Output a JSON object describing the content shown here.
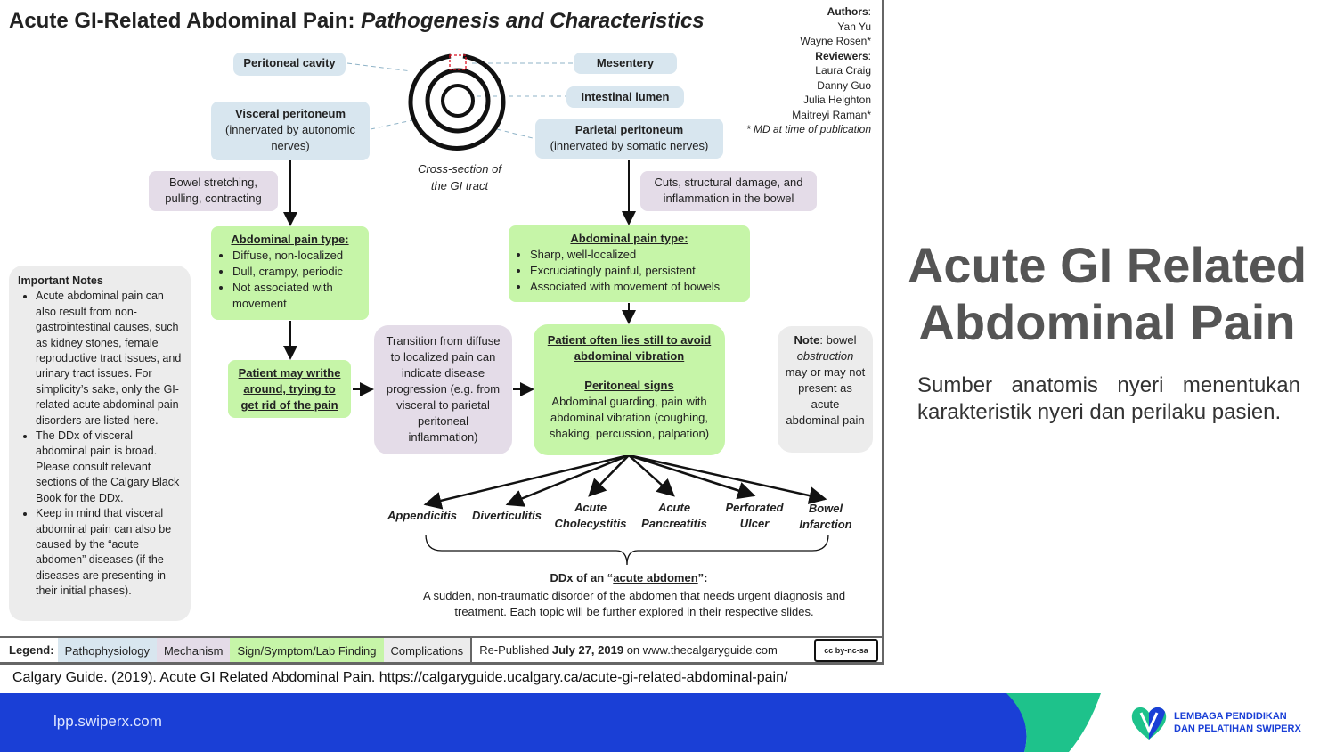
{
  "poster": {
    "title_main": "Acute GI-Related Abdominal Pain: ",
    "title_sub": "Pathogenesis and Characteristics",
    "credits": {
      "authors_label": "Authors",
      "authors": [
        "Yan Yu",
        "Wayne Rosen*"
      ],
      "reviewers_label": "Reviewers",
      "reviewers": [
        "Laura Craig",
        "Danny Guo",
        "Julia Heighton",
        "Maitreyi Raman*"
      ],
      "note": "* MD at time of publication"
    },
    "anatomy": {
      "peritoneal_cavity": "Peritoneal cavity",
      "mesentery": "Mesentery",
      "intestinal_lumen": "Intestinal lumen",
      "visceral_title": "Visceral peritoneum",
      "visceral_sub": "(innervated by autonomic nerves)",
      "parietal_title": "Parietal peritoneum",
      "parietal_sub": "(innervated by somatic nerves)",
      "cross_section": "Cross-section of the GI tract"
    },
    "left_path": {
      "mechanism": "Bowel stretching, pulling, contracting",
      "pain_title": "Abdominal pain type:",
      "pain_items": [
        "Diffuse, non-localized",
        "Dull, crampy, periodic",
        "Not associated with movement"
      ],
      "sign": "Patient may writhe around, trying to get rid of the pain"
    },
    "middle": {
      "transition": "Transition from diffuse to localized pain can indicate disease progression (e.g. from visceral to parietal peritoneal inflammation)"
    },
    "right_path": {
      "mechanism": "Cuts, structural damage, and inflammation in the bowel",
      "pain_title": "Abdominal pain type:",
      "pain_items": [
        "Sharp, well-localized",
        "Excruciatingly painful, persistent",
        "Associated with movement of bowels"
      ],
      "sign_title": "Patient often lies still to avoid abdominal vibration",
      "signs_title": "Peritoneal signs",
      "signs_text": "Abdominal guarding, pain with abdominal vibration (coughing, shaking, percussion, palpation)"
    },
    "note_box": {
      "label": "Note",
      "text_a": ": bowel ",
      "text_b": "obstruction",
      "text_c": " may or may not present as acute abdominal pain"
    },
    "important_notes": {
      "title": "Important Notes",
      "items": [
        "Acute abdominal pain can also result from non-gastrointestinal causes, such as kidney stones, female reproductive tract issues, and urinary tract issues. For simplicity’s sake, only the GI-related acute abdominal pain disorders are listed here.",
        "The DDx of visceral abdominal pain is broad. Please consult relevant sections of the Calgary Black Book for the DDx.",
        "Keep in mind that visceral abdominal pain can also be caused by the “acute abdomen” diseases (if the diseases are presenting in their initial phases)."
      ]
    },
    "ddx": {
      "items": [
        "Appendicitis",
        "Diverticulitis",
        "Acute Cholecystitis",
        "Acute Pancreatitis",
        "Perforated Ulcer",
        "Bowel Infarction"
      ],
      "title_pre": "DDx of an “",
      "title_link": "acute abdomen",
      "title_post": "”:",
      "description": "A sudden, non-traumatic disorder of the abdomen that needs urgent diagnosis and treatment. Each topic will be further explored in their respective slides."
    },
    "legend": {
      "label": "Legend:",
      "items": [
        "Pathophysiology",
        "Mechanism",
        "Sign/Symptom/Lab Finding",
        "Complications"
      ],
      "republished_pre": "Re-Published ",
      "republished_date": "July 27, 2019",
      "republished_post": " on www.thecalgaryguide.com",
      "license": "cc by-nc-sa"
    }
  },
  "citation": "Calgary Guide. (2019). Acute GI Related Abdominal Pain. https://calgaryguide.ucalgary.ca/acute-gi-related-abdominal-pain/",
  "slide": {
    "title": "Acute GI Related Abdominal Pain",
    "description": "Sumber anatomis nyeri menentukan karakteristik nyeri dan perilaku pasien."
  },
  "footer": {
    "website": "lpp.swiperx.com",
    "logo_line1": "LEMBAGA PENDIDIKAN",
    "logo_line2": "DAN PELATIHAN SWIPERX"
  },
  "colors": {
    "pathophysiology": "#d8e6ef",
    "mechanism": "#e4dce8",
    "sign": "#c6f5a8",
    "complications": "#ececec",
    "footer_blue": "#1a3fd6",
    "footer_green": "#1ec28b"
  }
}
